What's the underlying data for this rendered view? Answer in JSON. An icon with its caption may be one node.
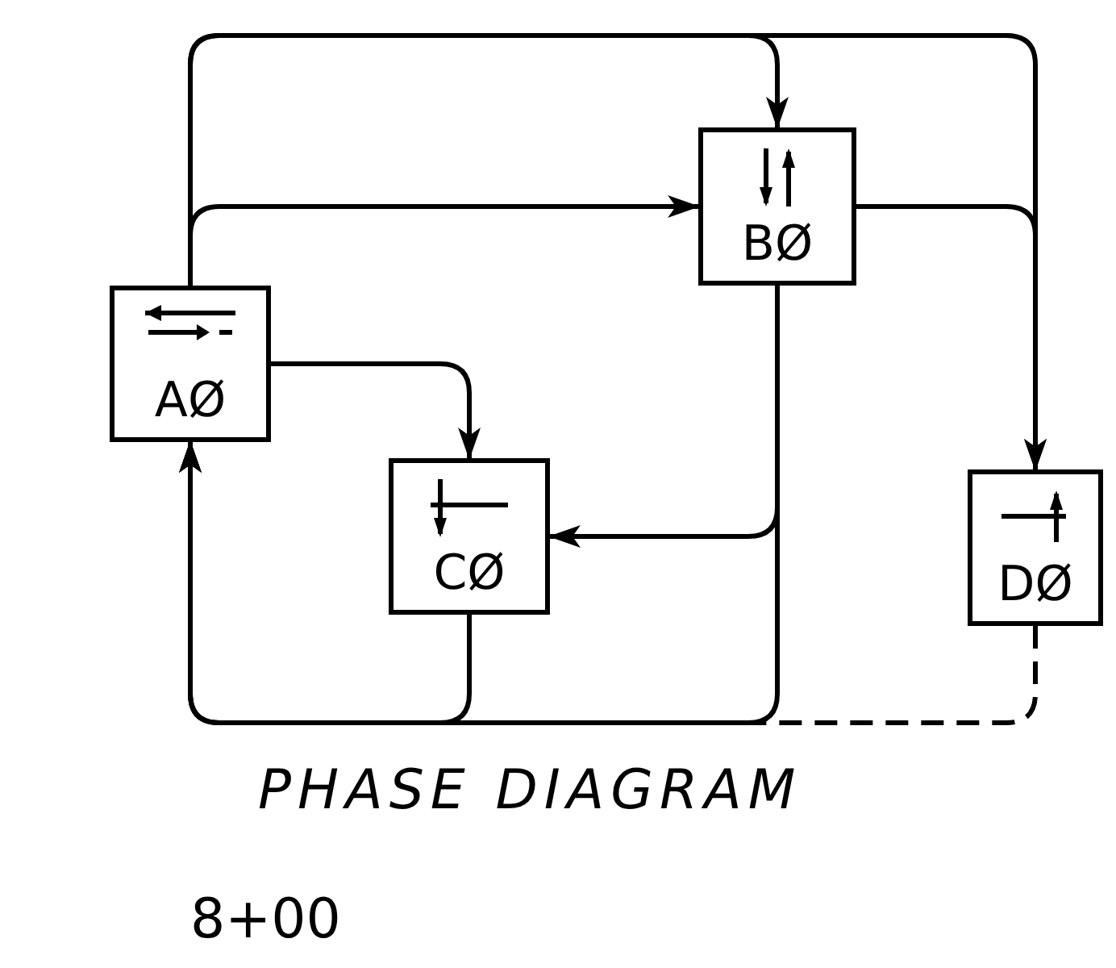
{
  "diagram": {
    "title": "PHASE DIAGRAM",
    "nodes": [
      {
        "text": [
          "AØ"
        ]
      },
      {
        "text": [
          "BØ"
        ]
      },
      {
        "text": [
          "CØ"
        ]
      },
      {
        "text": [
          "DØ"
        ]
      }
    ],
    "edges": [
      {
        "from": 0,
        "to": 3,
        "arrow": "to"
      },
      {
        "from": 0,
        "to": 1,
        "arrow": "to"
      },
      {
        "from": 0,
        "to": 1,
        "arrow": "to"
      },
      {
        "from": 1,
        "to": 3,
        "arrow": "to"
      },
      {
        "from": 0,
        "to": 2,
        "arrow": "to"
      },
      {
        "from": 1,
        "to": 2,
        "arrow": "to"
      },
      {
        "from": 1,
        "to": 0,
        "arrow": "to"
      },
      {
        "from": 2,
        "to": 0,
        "arrow": "to"
      },
      {
        "from": 3,
        "to": 0,
        "arrow": "to",
        "style": "dashed"
      }
    ],
    "labels": [
      "8+00"
    ]
  }
}
